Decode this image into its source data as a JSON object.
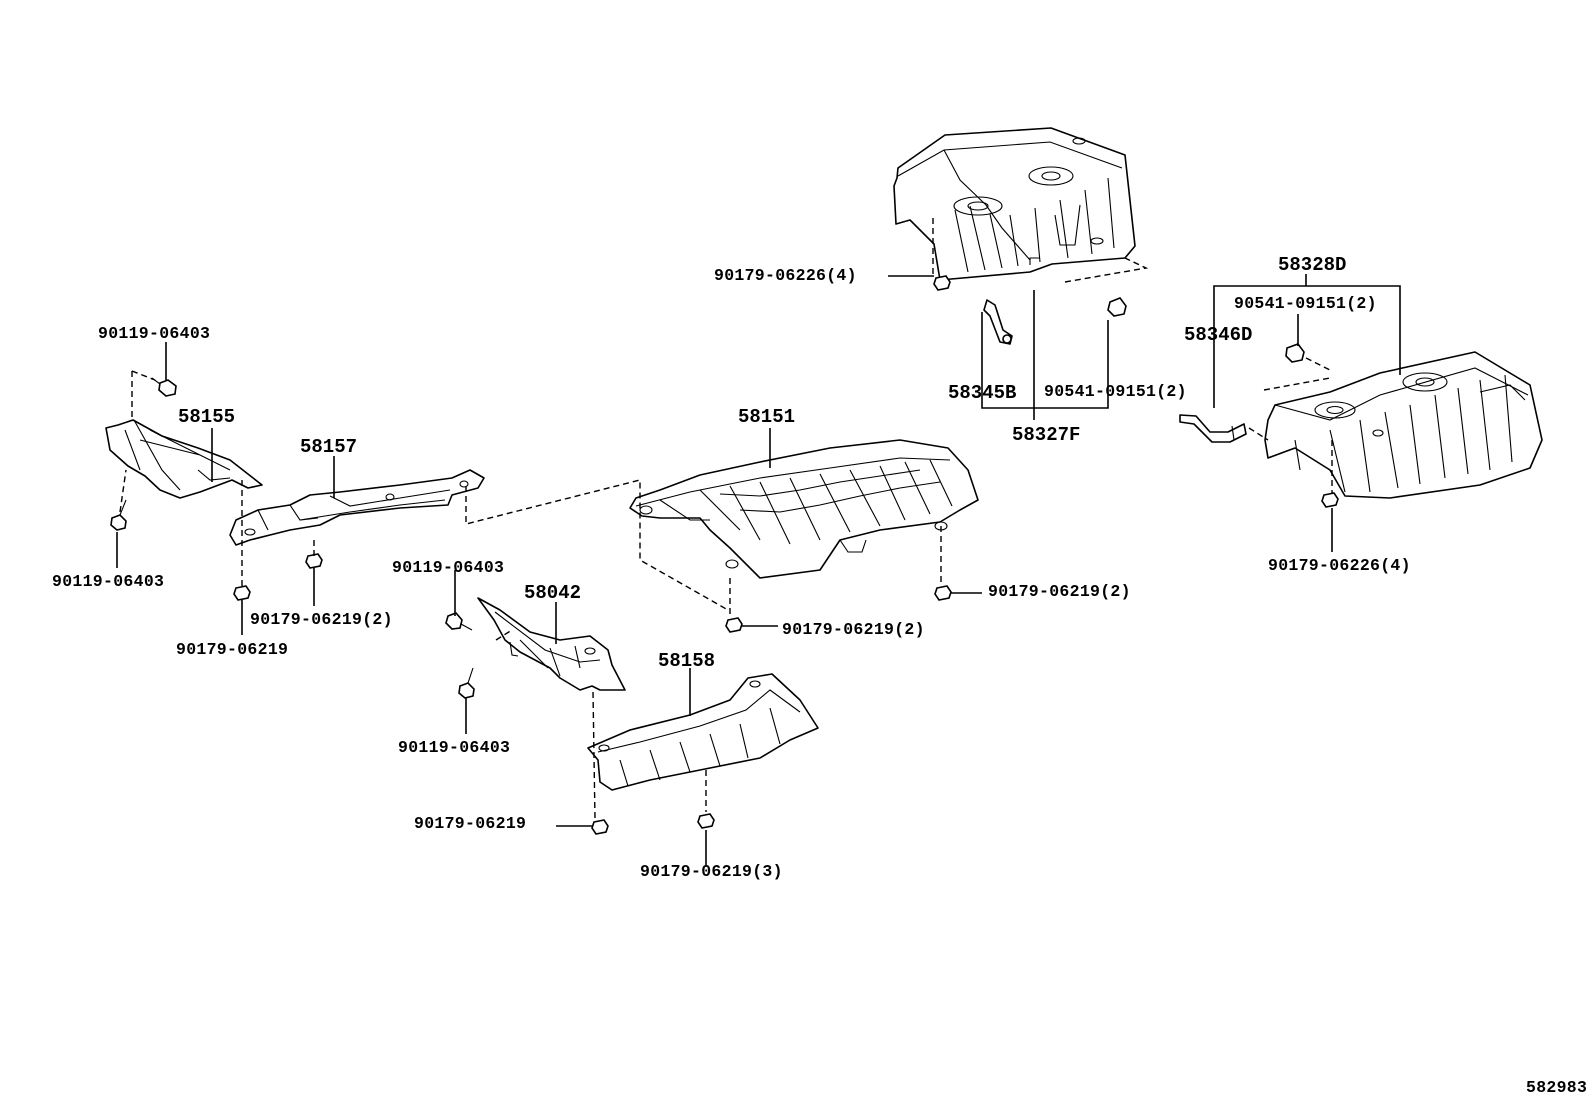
{
  "diagram_id": "582983",
  "parts": {
    "p58327F": "58327F",
    "p58345B": "58345B",
    "p58328D": "58328D",
    "p58346D": "58346D",
    "p58151": "58151",
    "p58155": "58155",
    "p58157": "58157",
    "p58042": "58042",
    "p58158": "58158"
  },
  "fasteners": {
    "top_nut_4": "90179-06226(4)",
    "top_clip_2": "90541-09151(2)",
    "right_clip_2": "90541-09151(2)",
    "right_nut_4": "90179-06226(4)",
    "left_bolt_top": "90119-06403",
    "left_bolt_bottom": "90119-06403",
    "left_nut_single": "90179-06219",
    "left_nut_2": "90179-06219(2)",
    "mid_bolt_top": "90119-06403",
    "mid_bolt_bottom": "90119-06403",
    "main_nut_right_2": "90179-06219(2)",
    "main_nut_left_2": "90179-06219(2)",
    "lower_nut_single": "90179-06219",
    "lower_nut_3": "90179-06219(3)"
  }
}
